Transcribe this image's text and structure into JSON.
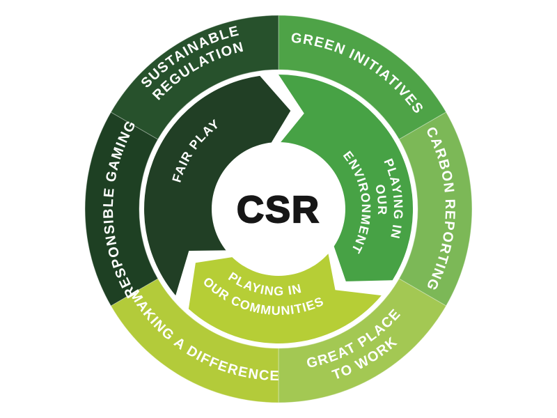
{
  "diagram": {
    "title": "CSR wheel diagram",
    "center_label": "CSR",
    "colors": {
      "background": "#ffffff",
      "center_text": "#161616"
    },
    "outer_ring": [
      {
        "label": "SUSTAINABLE REGULATION",
        "lines": [
          "SUSTAINABLE",
          "REGULATION"
        ],
        "color": "#27512c"
      },
      {
        "label": "GREEN INITIATIVES",
        "color": "#4ea347"
      },
      {
        "label": "CARBON REPORTING",
        "color": "#7cb857"
      },
      {
        "label": "GREAT PLACE TO WORK",
        "lines": [
          "GREAT PLACE",
          "TO WORK"
        ],
        "color": "#a3c853"
      },
      {
        "label": "MAKING A DIFFERENCE",
        "color": "#b3cb3a"
      },
      {
        "label": "RESPONSIBLE GAMING",
        "color": "#1e4023"
      }
    ],
    "inner_arrows": [
      {
        "label": "FAIR PLAY",
        "color": "#213f25"
      },
      {
        "label": "PLAYING IN OUR ENVIRONMENT",
        "lines": [
          "PLAYING IN",
          "OUR",
          "ENVIRONMENT"
        ],
        "color": "#47a245"
      },
      {
        "label": "PLAYING IN OUR COMMUNITIES",
        "lines": [
          "PLAYING IN",
          "OUR COMMUNITIES"
        ],
        "color": "#b6ce36"
      }
    ]
  }
}
